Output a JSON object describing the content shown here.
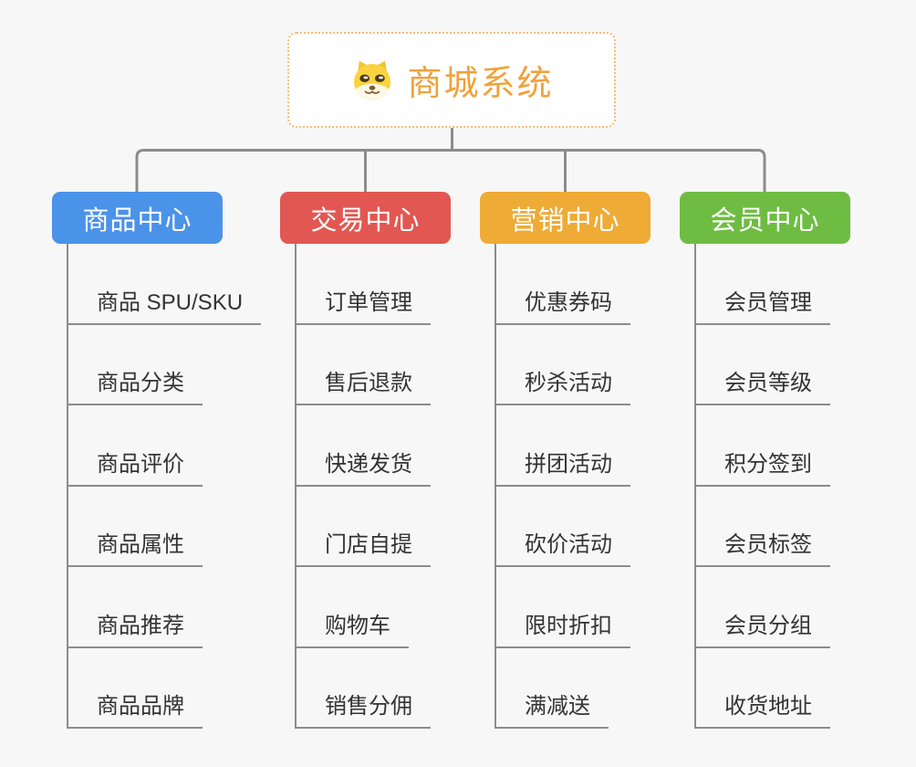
{
  "root": {
    "title": "商城系统",
    "icon": "dog-face-icon",
    "accent_color": "#f0a23b",
    "border_color": "#f2be75"
  },
  "branches": [
    {
      "label": "商品中心",
      "color": "#4b92e9",
      "items": [
        "商品 SPU/SKU",
        "商品分类",
        "商品评价",
        "商品属性",
        "商品推荐",
        "商品品牌"
      ]
    },
    {
      "label": "交易中心",
      "color": "#e25752",
      "items": [
        "订单管理",
        "售后退款",
        "快递发货",
        "门店自提",
        "购物车",
        "销售分佣"
      ]
    },
    {
      "label": "营销中心",
      "color": "#eeab36",
      "items": [
        "优惠券码",
        "秒杀活动",
        "拼团活动",
        "砍价活动",
        "限时折扣",
        "满减送"
      ]
    },
    {
      "label": "会员中心",
      "color": "#6ebd42",
      "items": [
        "会员管理",
        "会员等级",
        "积分签到",
        "会员标签",
        "会员分组",
        "收货地址"
      ]
    }
  ],
  "connector_color": "#8c8c8c",
  "background_color": "#f7f7f7"
}
